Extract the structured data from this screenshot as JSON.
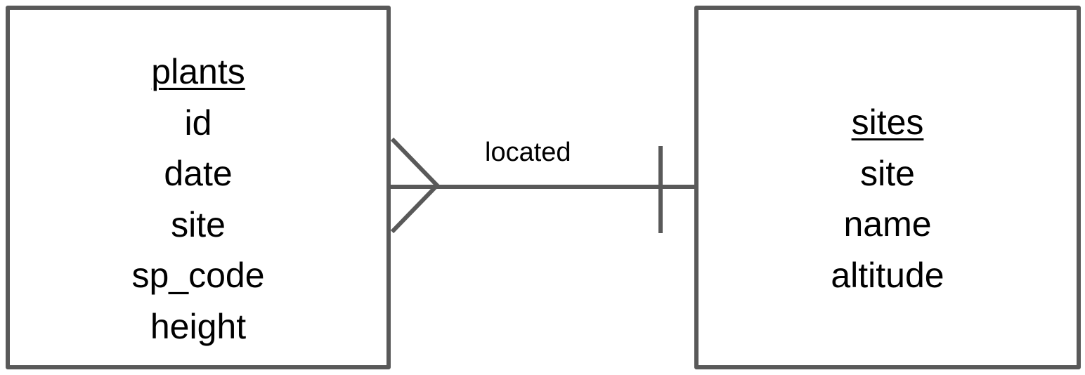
{
  "entities": [
    {
      "name": "plants",
      "fields": [
        "id",
        "date",
        "site",
        "sp_code",
        "height"
      ]
    },
    {
      "name": "sites",
      "fields": [
        "site",
        "name",
        "altitude"
      ]
    }
  ],
  "relationship": {
    "label": "located",
    "from": "plants",
    "to": "sites",
    "from_cardinality": "many",
    "to_cardinality": "one"
  },
  "colors": {
    "line": "#595959"
  }
}
